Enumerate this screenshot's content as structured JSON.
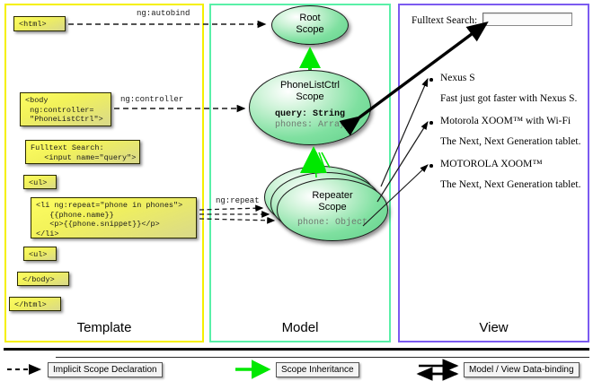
{
  "panels": {
    "template": {
      "title": "Template",
      "accent": "#f5f000",
      "boxes": [
        {
          "name": "html-open",
          "text": "<html>"
        },
        {
          "name": "body-open",
          "text": "<body\n ng:controller=\n \"PhoneListCtrl\">"
        },
        {
          "name": "fulltext-search",
          "text": "Fulltext Search:\n   <input name=\"query\">"
        },
        {
          "name": "ul-open",
          "text": "<ul>"
        },
        {
          "name": "li-repeat",
          "text": "<li ng:repeat=\"phone in phones\">\n   {{phone.name}}\n   <p>{{phone.snippet}}</p>\n</li>"
        },
        {
          "name": "ul-close",
          "text": "<ul>"
        },
        {
          "name": "body-close",
          "text": "</body>"
        },
        {
          "name": "html-close",
          "text": "</html>"
        }
      ]
    },
    "model": {
      "title": "Model",
      "accent": "#59f0a8",
      "scopes": [
        {
          "name": "root-scope",
          "line1": "Root",
          "line2": "Scope",
          "fields": []
        },
        {
          "name": "phonelistctrl-scope",
          "line1": "PhoneListCtrl",
          "line2": "Scope",
          "fields": [
            {
              "text": "query: String",
              "style": "strong"
            },
            {
              "text": "phones: Array",
              "style": "dim"
            }
          ]
        },
        {
          "name": "repeater-scope",
          "line1": "Repeater",
          "line2": "Scope",
          "fields": [
            {
              "text": "phone: Object",
              "style": "dim"
            }
          ]
        }
      ]
    },
    "view": {
      "title": "View",
      "accent": "#7b5bf0",
      "search_label": "Fulltext Search:",
      "search_value": "",
      "items": [
        {
          "name": "Nexus S",
          "snippet": "Fast just got faster with Nexus S."
        },
        {
          "name": "Motorola XOOM™  with Wi-Fi",
          "snippet": "The Next, Next Generation tablet."
        },
        {
          "name": "MOTOROLA XOOM™",
          "snippet": "The Next, Next Generation tablet."
        }
      ]
    }
  },
  "edges": [
    {
      "name": "ng-autobind",
      "label": "ng:autobind"
    },
    {
      "name": "ng-controller",
      "label": "ng:controller"
    },
    {
      "name": "ng-repeat",
      "label": "ng:repeat"
    }
  ],
  "legend": [
    {
      "name": "implicit-scope-declaration",
      "label": "Implicit Scope Declaration",
      "style": "dashed",
      "color": "#000000"
    },
    {
      "name": "scope-inheritance",
      "label": "Scope Inheritance",
      "style": "solid",
      "color": "#00e800"
    },
    {
      "name": "model-view-data-binding",
      "label": "Model / View Data-binding",
      "style": "double",
      "color": "#000000"
    }
  ]
}
